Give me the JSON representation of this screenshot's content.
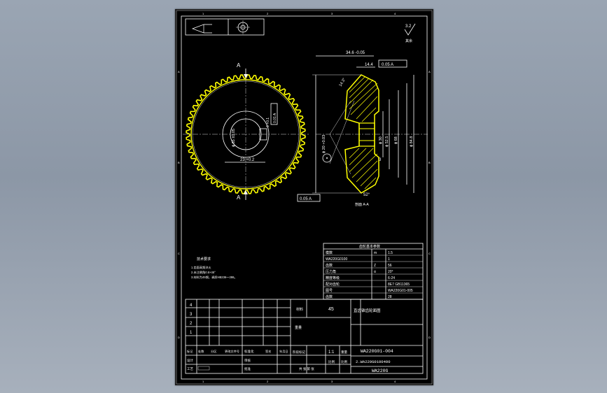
{
  "zone_labels": {
    "top": [
      "1",
      "2",
      "3",
      "4"
    ],
    "bottom": [
      "1",
      "2",
      "3",
      "4"
    ],
    "left": [
      "A",
      "B",
      "C",
      "D"
    ],
    "right": [
      "A",
      "B",
      "C",
      "D"
    ]
  },
  "roughness": {
    "value": "3.2",
    "note": "其余"
  },
  "section_marks": {
    "top": "A",
    "bottom": "A",
    "section_label": "剖面 A-A",
    "radius_label": "R"
  },
  "front_view": {
    "diameter": "ϕ 65 ±0.05",
    "keyway_width": "23 +0.2",
    "keyway_depth": "6 +0.1",
    "tolerance_frame": "0.01 A"
  },
  "side_view": {
    "top_length": "34.6 -0.05",
    "hub_length": "14.4",
    "tol_top": "0.05 A",
    "tol_bottom": "0.05 A",
    "angle": "14.3°",
    "bore": "ϕ 20 +0.03",
    "d1": "ϕ 30",
    "d2": "ϕ 52.5",
    "d3": "ϕ 68",
    "d4": "ϕ 84.8",
    "dim3": "3",
    "angle_bottom": "52°"
  },
  "notes": {
    "title": "技术要求",
    "lines": [
      "1.齿面高频淬火",
      "2.未注倒角0.5×45°",
      "3.材料为45钢，调质HB236～286。"
    ]
  },
  "param_table": {
    "title": "齿轮基本参数",
    "header": [
      "模数",
      "m",
      "1.5"
    ],
    "rows": [
      [
        "WA220G0100",
        "",
        "1"
      ],
      [
        "齿数",
        "Z",
        "56"
      ],
      [
        "压力角",
        "α",
        "20°"
      ],
      [
        "精度等级",
        "",
        "6-24"
      ],
      [
        "配对齿轮",
        "",
        "8E7 GB11365"
      ],
      [
        "图号",
        "",
        "WA220G01-005"
      ],
      [
        "齿数",
        "",
        "28"
      ]
    ]
  },
  "title_block": {
    "rev_rows": [
      "4",
      "3",
      "2",
      "1"
    ],
    "material_label": "材料",
    "material": "45",
    "part_name": "直齿锥齿轮面图",
    "weight_label": "重量",
    "drawing_no": "WA220G01-004",
    "assembly_no": "2.WA220G0100400",
    "product_code": "WA220G",
    "scale_label": "比例",
    "scale": "1:1",
    "sheet_label": "共 张 第 张",
    "sign_labels": [
      "标记",
      "处数",
      "分区",
      "更改文件号",
      "签名",
      "年月日"
    ],
    "role_labels": [
      "设计",
      "审核",
      "工艺"
    ],
    "col_labels": [
      "标准化",
      "批准",
      "阶段标记",
      "重量",
      "比例"
    ]
  }
}
